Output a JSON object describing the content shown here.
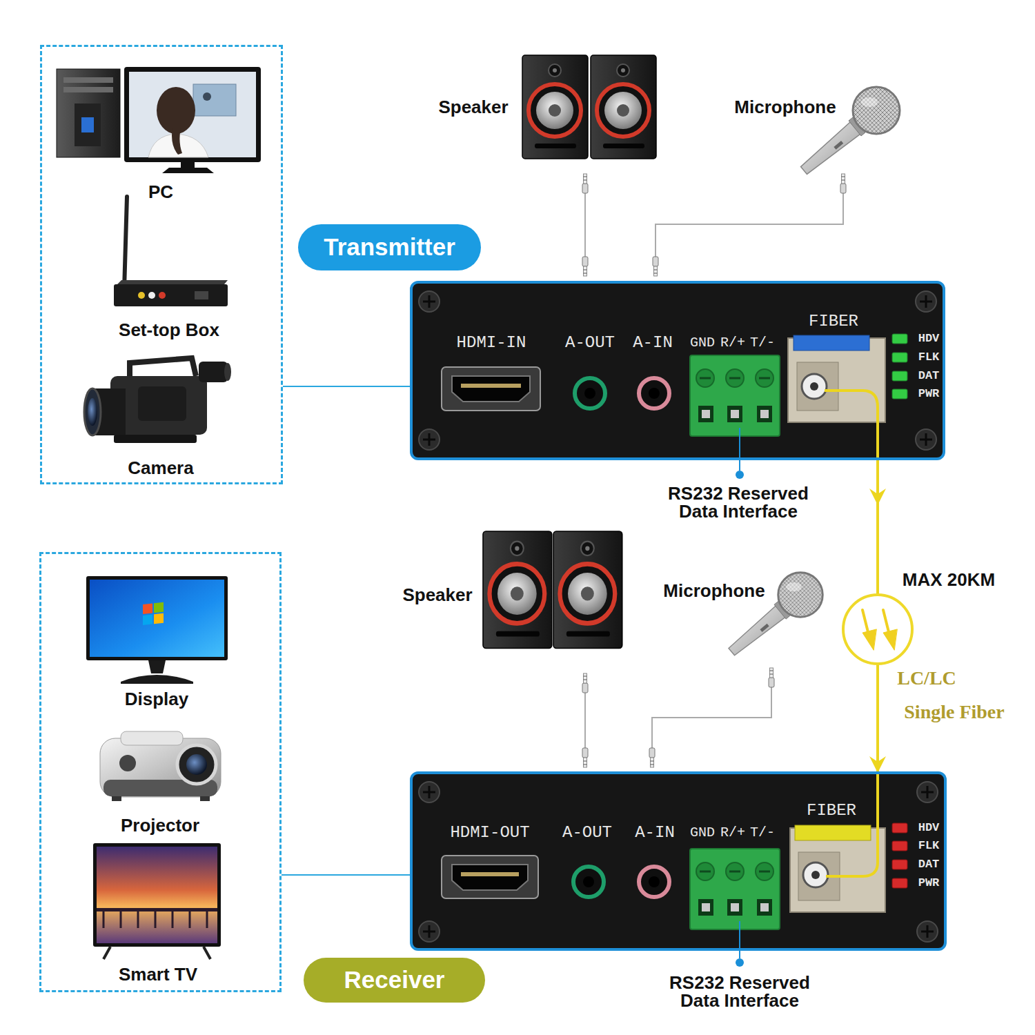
{
  "diagram": {
    "nodes": [
      {
        "text": [
          "PC",
          "Set-top Box",
          "Camera"
        ]
      },
      {
        "text": [
          "Transmitter"
        ]
      },
      {
        "text": [
          "HDMI-IN",
          "A-OUT",
          "A-IN",
          "GND",
          "R/+",
          "T/-",
          "FIBER",
          "HDV",
          "FLK",
          "DAT",
          "PWR"
        ]
      },
      {
        "text": [
          "HDMI-OUT",
          "A-OUT",
          "A-IN",
          "GND",
          "R/+",
          "T/-",
          "FIBER",
          "HDV",
          "FLK",
          "DAT",
          "PWR"
        ]
      },
      {
        "text": [
          "Receiver"
        ]
      },
      {
        "text": [
          "Display",
          "Projector",
          "Smart TV"
        ]
      }
    ],
    "edges": [
      {
        "from": 0,
        "to": 2,
        "arrow": "none"
      },
      {
        "from": 2,
        "to": 3,
        "arrow": "to"
      },
      {
        "from": 3,
        "to": 5,
        "arrow": "none"
      }
    ],
    "labels": [
      "Speaker",
      "Microphone",
      "RS232 Reserved Data Interface",
      "MAX 20KM",
      "Speaker",
      "Microphone",
      "LC/LC",
      "Single Fiber",
      "RS232 Reserved Data Interface"
    ]
  }
}
